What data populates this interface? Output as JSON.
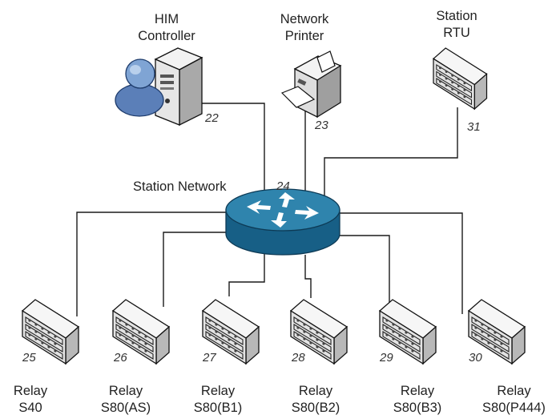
{
  "nodes": {
    "controller": {
      "line1": "HIM",
      "line2": "Controller",
      "number": "22"
    },
    "printer": {
      "line1": "Network",
      "line2": "Printer",
      "number": "23"
    },
    "rtu": {
      "line1": "Station",
      "line2": "RTU",
      "number": "31"
    },
    "network": {
      "label": "Station Network",
      "number": "24"
    },
    "relays": [
      {
        "line1": "Relay",
        "line2": "S40",
        "number": "25"
      },
      {
        "line1": "Relay",
        "line2": "S80(AS)",
        "number": "26"
      },
      {
        "line1": "Relay",
        "line2": "S80(B1)",
        "number": "27"
      },
      {
        "line1": "Relay",
        "line2": "S80(B2)",
        "number": "28"
      },
      {
        "line1": "Relay",
        "line2": "S80(B3)",
        "number": "29"
      },
      {
        "line1": "Relay",
        "line2": "S80(P444)",
        "number": "30"
      }
    ]
  },
  "colors": {
    "router_top": "#2f84ad",
    "router_side": "#175f86",
    "device_body": "#ececec",
    "wire": "#1a1a1a",
    "user_icon": "#5b7fb8"
  },
  "icons": [
    "user-icon",
    "server-tower-icon",
    "printer-icon",
    "router-icon",
    "relay-device-icon"
  ]
}
